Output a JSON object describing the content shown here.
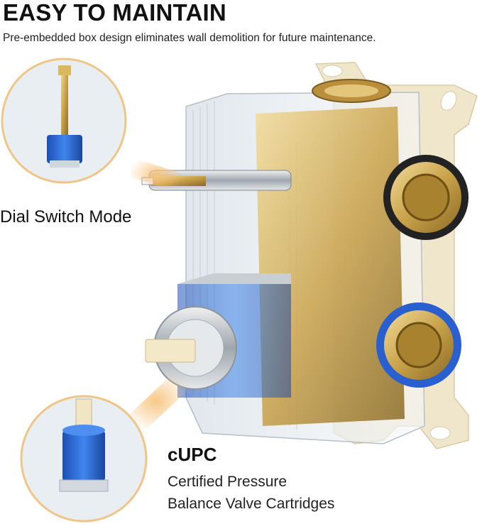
{
  "header": {
    "title": "EASY TO MAINTAIN",
    "subtitle": "Pre-embedded box design eliminates wall demolition for future maintenance."
  },
  "callouts": {
    "dial_label": "Dial Switch Mode",
    "cert_title": "cUPC",
    "cert_line_1": "Certified Pressure",
    "cert_line_2": "Balance Valve Cartridges"
  },
  "colors": {
    "brass": "#c9a24a",
    "cartridge_blue": "#2f6fd6",
    "mounting_bracket": "#efe6cc",
    "glow": "#f4b96a"
  },
  "icons": [
    "dial-cartridge-image",
    "pressure-cartridge-image",
    "valve-body-image"
  ]
}
